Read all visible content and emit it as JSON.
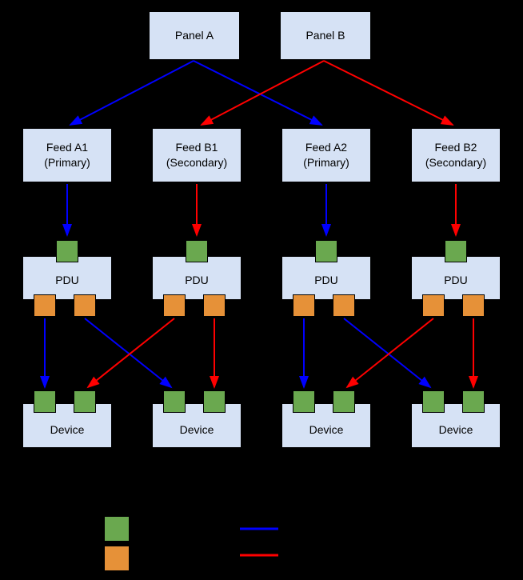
{
  "colors": {
    "background": "#000000",
    "node_fill": "#d6e2f5",
    "node_border": "#000000",
    "input_square": "#6aa84f",
    "output_square": "#e69138",
    "primary_arrow": "#0000ff",
    "secondary_arrow": "#ff0000"
  },
  "panels": [
    {
      "label": "Panel A"
    },
    {
      "label": "Panel B"
    }
  ],
  "feeds": [
    {
      "name": "Feed A1",
      "role": "(Primary)"
    },
    {
      "name": "Feed B1",
      "role": "(Secondary)"
    },
    {
      "name": "Feed A2",
      "role": "(Primary)"
    },
    {
      "name": "Feed B2",
      "role": "(Secondary)"
    }
  ],
  "pdus": [
    {
      "label": "PDU"
    },
    {
      "label": "PDU"
    },
    {
      "label": "PDU"
    },
    {
      "label": "PDU"
    }
  ],
  "devices": [
    {
      "label": "Device"
    },
    {
      "label": "Device"
    },
    {
      "label": "Device"
    },
    {
      "label": "Device"
    }
  ],
  "legend": {
    "items": [
      "input-square",
      "output-square",
      "primary-line",
      "secondary-line"
    ]
  }
}
